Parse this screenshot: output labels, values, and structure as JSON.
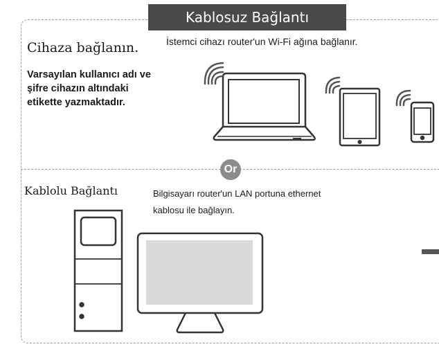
{
  "wireless": {
    "title": "Kablosuz Bağlantı",
    "heading": "Cihaza bağlanın.",
    "note": "Varsayılan kullanıcı adı ve şifre cihazın altındaki etikette yazmaktadır.",
    "description": "İstemci cihazı router'un Wi-Fi ağına bağlanır.",
    "devices": [
      "laptop-icon",
      "tablet-icon",
      "phone-icon"
    ]
  },
  "separator": {
    "label": "Or"
  },
  "wired": {
    "heading": "Kablolu Bağlantı",
    "description": "Bilgisayarı router'un LAN portuna ethernet kablosu ile bağlayın.",
    "devices": [
      "desktop-tower-icon",
      "monitor-icon"
    ]
  }
}
